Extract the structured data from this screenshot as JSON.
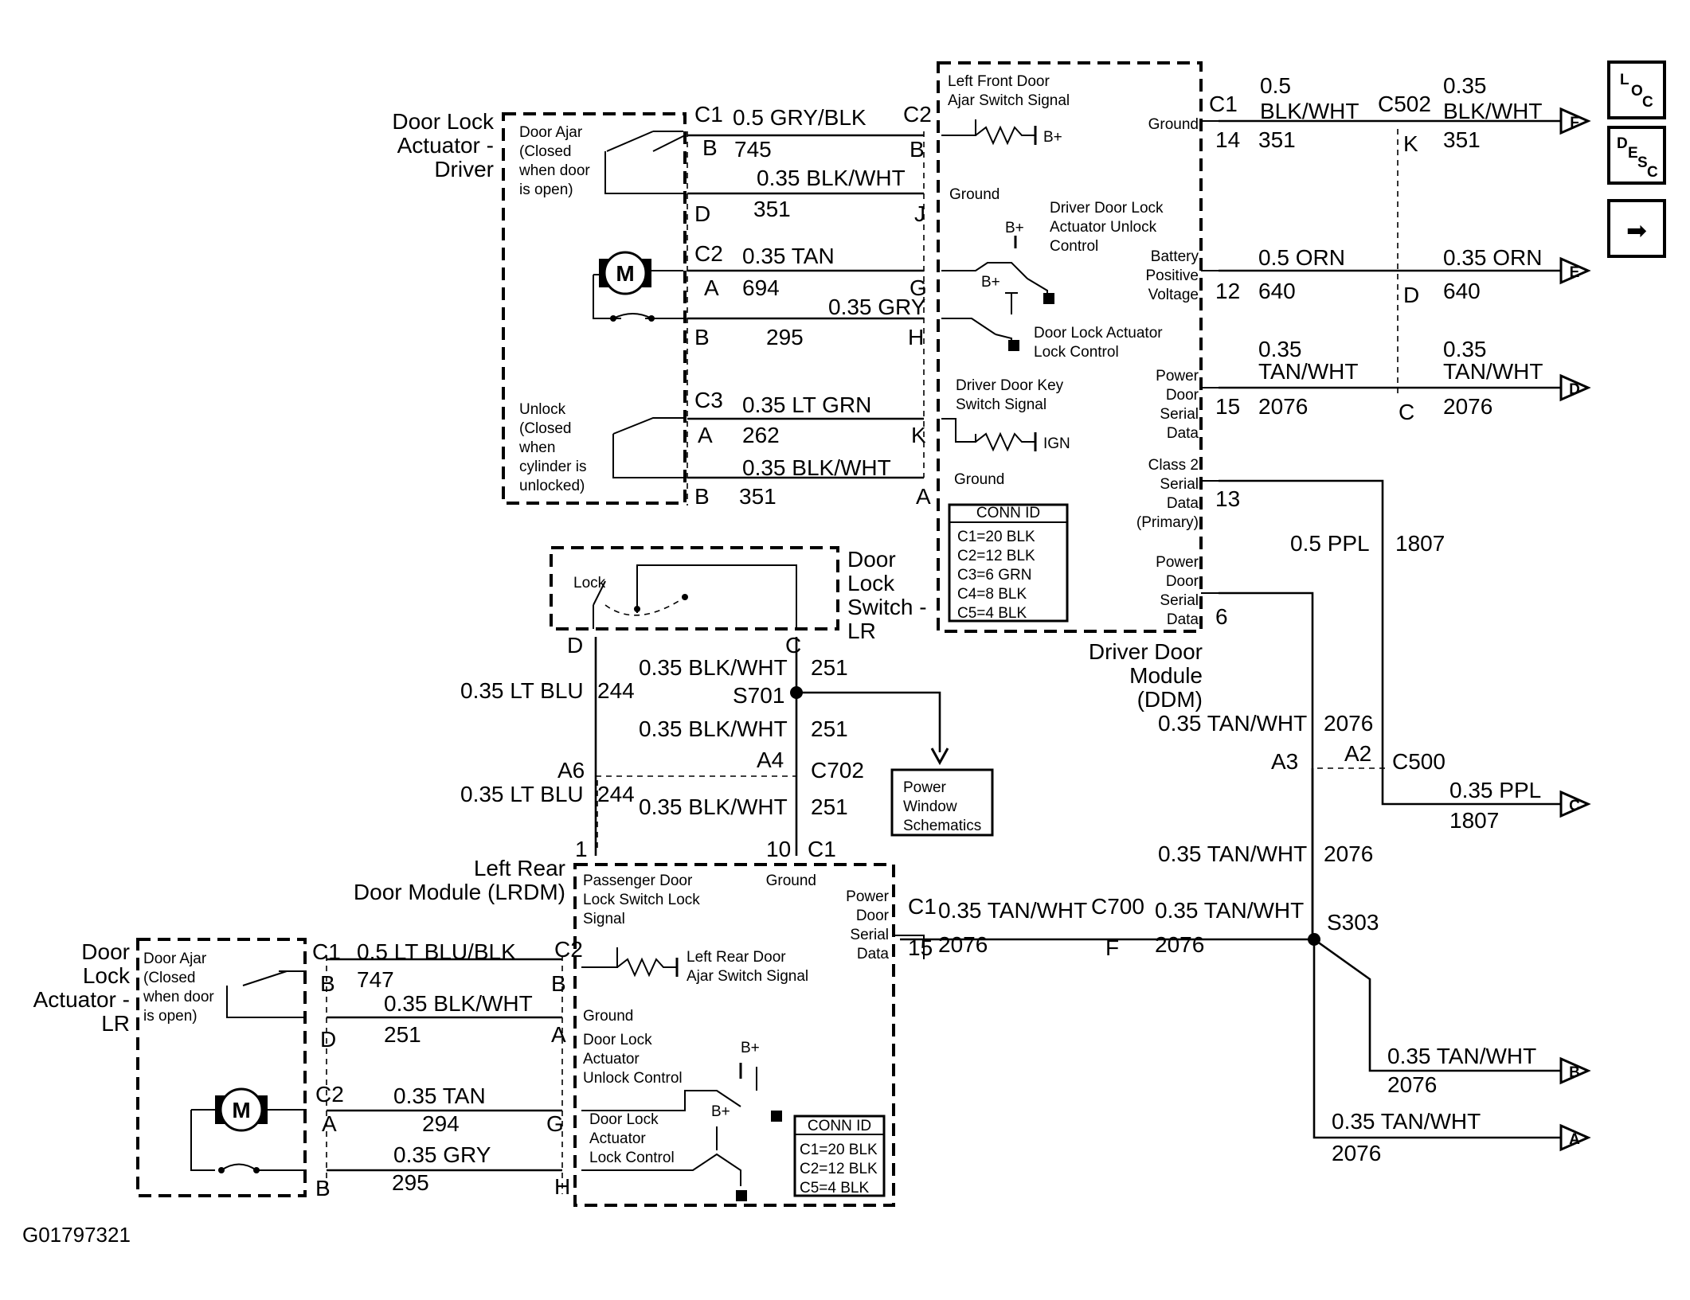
{
  "components": {
    "door_lock_actuator_driver": [
      "Door Lock",
      "Actuator -",
      "Driver"
    ],
    "driver_ajar": [
      "Door Ajar",
      "(Closed",
      "when door",
      "is open)"
    ],
    "driver_unlock": [
      "Unlock",
      "(Closed",
      "when",
      "cylinder is",
      "unlocked)"
    ],
    "door_lock_switch_lr": [
      "Door",
      "Lock",
      "Switch -",
      "LR"
    ],
    "lock": "Lock",
    "driver_door_module": [
      "Driver Door",
      "Module",
      "(DDM)"
    ],
    "left_rear_door_module": [
      "Left Rear",
      "Door Module (LRDM)"
    ],
    "door_lock_actuator_lr": [
      "Door",
      "Lock",
      "Actuator -",
      "LR"
    ],
    "lr_ajar": [
      "Door Ajar",
      "(Closed",
      "when door",
      "is open)"
    ],
    "power_window": [
      "Power",
      "Window",
      "Schematics"
    ],
    "motor": "M"
  },
  "ddm": {
    "lf_ajar": [
      "Left Front Door",
      "Ajar Switch Signal"
    ],
    "bplus": "B+",
    "ground_right": "Ground",
    "ground_left": "Ground",
    "unlock_ctrl": [
      "Driver Door Lock",
      "Actuator Unlock",
      "Control"
    ],
    "lock_ctrl": [
      "Door Lock Actuator",
      "Lock Control"
    ],
    "batt_pos": [
      "Battery",
      "Positive",
      "Voltage"
    ],
    "serial_1": [
      "Power",
      "Door",
      "Serial",
      "Data"
    ],
    "key_sw": [
      "Driver Door Key",
      "Switch Signal"
    ],
    "ign": "IGN",
    "ground_key": "Ground",
    "class2": [
      "Class 2",
      "Serial",
      "Data",
      "(Primary)"
    ],
    "serial_2": [
      "Power",
      "Door",
      "Serial",
      "Data"
    ],
    "conn_title": "CONN ID",
    "conn": [
      "C1=20 BLK",
      "C2=12 BLK",
      "C3=6 GRN",
      "C4=8 BLK",
      "C5=4 BLK"
    ]
  },
  "lrdm": {
    "pass_sw": [
      "Passenger Door",
      "Lock Switch Lock",
      "Signal"
    ],
    "ground_top": "Ground",
    "lr_ajar": [
      "Left Rear Door",
      "Ajar Switch Signal"
    ],
    "ground_mid": "Ground",
    "unlock_ctrl": [
      "Door Lock",
      "Actuator",
      "Unlock Control"
    ],
    "lock_ctrl": [
      "Door Lock",
      "Actuator",
      "Lock Control"
    ],
    "serial": [
      "Power",
      "Door",
      "Serial",
      "Data"
    ],
    "bplus": "B+",
    "conn_title": "CONN ID",
    "conn": [
      "C1=20 BLK",
      "C2=12 BLK",
      "C5=4 BLK"
    ]
  },
  "labels": [
    {
      "t": "C1",
      "c": "lg"
    },
    {
      "t": "0.5 GRY/BLK",
      "c": "lg"
    },
    {
      "t": "C2",
      "c": "lg"
    },
    {
      "t": "B",
      "c": "lg"
    },
    {
      "t": "745",
      "c": "lg"
    },
    {
      "t": "B",
      "c": "lg"
    },
    {
      "t": "0.35 BLK/WHT",
      "c": "lg"
    },
    {
      "t": "D",
      "c": "lg"
    },
    {
      "t": "351",
      "c": "lg"
    },
    {
      "t": "J",
      "c": "lg"
    },
    {
      "t": "C2",
      "c": "lg"
    },
    {
      "t": "0.35 TAN",
      "c": "lg"
    },
    {
      "t": "A",
      "c": "lg"
    },
    {
      "t": "694",
      "c": "lg"
    },
    {
      "t": "G",
      "c": "lg"
    },
    {
      "t": "0.35 GRY",
      "c": "lg"
    },
    {
      "t": "B",
      "c": "lg"
    },
    {
      "t": "295",
      "c": "lg"
    },
    {
      "t": "H",
      "c": "lg"
    },
    {
      "t": "C3",
      "c": "lg"
    },
    {
      "t": "0.35 LT GRN",
      "c": "lg"
    },
    {
      "t": "A",
      "c": "lg"
    },
    {
      "t": "262",
      "c": "lg"
    },
    {
      "t": "K",
      "c": "lg"
    },
    {
      "t": "0.35 BLK/WHT",
      "c": "lg"
    },
    {
      "t": "B",
      "c": "lg"
    },
    {
      "t": "351",
      "c": "lg"
    },
    {
      "t": "A",
      "c": "lg"
    },
    {
      "t": "C1",
      "c": "lg"
    },
    {
      "t": "0.5",
      "c": "lg"
    },
    {
      "t": "BLK/WHT",
      "c": "lg"
    },
    {
      "t": "C502",
      "c": "lg"
    },
    {
      "t": "0.35",
      "c": "lg"
    },
    {
      "t": "BLK/WHT",
      "c": "lg"
    },
    {
      "t": "14",
      "c": "lg"
    },
    {
      "t": "351",
      "c": "lg"
    },
    {
      "t": "K",
      "c": "lg"
    },
    {
      "t": "351",
      "c": "lg"
    },
    {
      "t": "0.5 ORN",
      "c": "lg"
    },
    {
      "t": "0.35 ORN",
      "c": "lg"
    },
    {
      "t": "12",
      "c": "lg"
    },
    {
      "t": "640",
      "c": "lg"
    },
    {
      "t": "D",
      "c": "lg"
    },
    {
      "t": "640",
      "c": "lg"
    },
    {
      "t": "0.35",
      "c": "lg"
    },
    {
      "t": "TAN/WHT",
      "c": "lg"
    },
    {
      "t": "0.35",
      "c": "lg"
    },
    {
      "t": "TAN/WHT",
      "c": "lg"
    },
    {
      "t": "15",
      "c": "lg"
    },
    {
      "t": "2076",
      "c": "lg"
    },
    {
      "t": "C",
      "c": "lg"
    },
    {
      "t": "2076",
      "c": "lg"
    },
    {
      "t": "13",
      "c": "lg"
    },
    {
      "t": "0.5 PPL",
      "c": "lg"
    },
    {
      "t": "1807",
      "c": "lg"
    },
    {
      "t": "6",
      "c": "lg"
    },
    {
      "t": "D",
      "c": "lg"
    },
    {
      "t": "C",
      "c": "lg"
    },
    {
      "t": "0.35 BLK/WHT",
      "c": "lg"
    },
    {
      "t": "251",
      "c": "lg"
    },
    {
      "t": "0.35 LT BLU",
      "c": "lg"
    },
    {
      "t": "244",
      "c": "lg"
    },
    {
      "t": "S701",
      "c": "lg"
    },
    {
      "t": "0.35 BLK/WHT",
      "c": "lg"
    },
    {
      "t": "251",
      "c": "lg"
    },
    {
      "t": "A6",
      "c": "lg"
    },
    {
      "t": "A4",
      "c": "lg"
    },
    {
      "t": "C702",
      "c": "lg"
    },
    {
      "t": "0.35 LT BLU",
      "c": "lg"
    },
    {
      "t": "244",
      "c": "lg"
    },
    {
      "t": "0.35 BLK/WHT",
      "c": "lg"
    },
    {
      "t": "251",
      "c": "lg"
    },
    {
      "t": "1",
      "c": "lg"
    },
    {
      "t": "10",
      "c": "lg"
    },
    {
      "t": "C1",
      "c": "lg"
    },
    {
      "t": "0.35 TAN/WHT",
      "c": "lg"
    },
    {
      "t": "2076",
      "c": "lg"
    },
    {
      "t": "A3",
      "c": "lg"
    },
    {
      "t": "A2",
      "c": "lg"
    },
    {
      "t": "C500",
      "c": "lg"
    },
    {
      "t": "0.35 PPL",
      "c": "lg"
    },
    {
      "t": "1807",
      "c": "lg"
    },
    {
      "t": "0.35 TAN/WHT",
      "c": "lg"
    },
    {
      "t": "2076",
      "c": "lg"
    },
    {
      "t": "C1",
      "c": "lg"
    },
    {
      "t": "0.35 TAN/WHT",
      "c": "lg"
    },
    {
      "t": "C700",
      "c": "lg"
    },
    {
      "t": "0.35 TAN/WHT",
      "c": "lg"
    },
    {
      "t": "S303",
      "c": "lg"
    },
    {
      "t": "15",
      "c": "lg"
    },
    {
      "t": "2076",
      "c": "lg"
    },
    {
      "t": "F",
      "c": "lg"
    },
    {
      "t": "2076",
      "c": "lg"
    },
    {
      "t": "0.35 TAN/WHT",
      "c": "lg"
    },
    {
      "t": "2076",
      "c": "lg"
    },
    {
      "t": "0.35 TAN/WHT",
      "c": "lg"
    },
    {
      "t": "2076",
      "c": "lg"
    },
    {
      "t": "C1",
      "c": "lg"
    },
    {
      "t": "0.5 LT BLU/BLK",
      "c": "lg"
    },
    {
      "t": "C2",
      "c": "lg"
    },
    {
      "t": "B",
      "c": "lg"
    },
    {
      "t": "747",
      "c": "lg"
    },
    {
      "t": "B",
      "c": "lg"
    },
    {
      "t": "0.35 BLK/WHT",
      "c": "lg"
    },
    {
      "t": "D",
      "c": "lg"
    },
    {
      "t": "251",
      "c": "lg"
    },
    {
      "t": "A",
      "c": "lg"
    },
    {
      "t": "C2",
      "c": "lg"
    },
    {
      "t": "0.35 TAN",
      "c": "lg"
    },
    {
      "t": "A",
      "c": "lg"
    },
    {
      "t": "294",
      "c": "lg"
    },
    {
      "t": "G",
      "c": "lg"
    },
    {
      "t": "0.35 GRY",
      "c": "lg"
    },
    {
      "t": "B",
      "c": "lg"
    },
    {
      "t": "295",
      "c": "lg"
    },
    {
      "t": "H",
      "c": "lg"
    },
    {
      "t": "G01797321",
      "c": "md"
    }
  ],
  "connectors": [
    {
      "letter": "F"
    },
    {
      "letter": "E"
    },
    {
      "letter": "D"
    },
    {
      "letter": "C"
    },
    {
      "letter": "B"
    },
    {
      "letter": "A"
    }
  ],
  "nav": {
    "loc": [
      "L",
      "O",
      "C"
    ],
    "desc": [
      "D",
      "E",
      "S",
      "C"
    ],
    "arrow": "➡"
  }
}
